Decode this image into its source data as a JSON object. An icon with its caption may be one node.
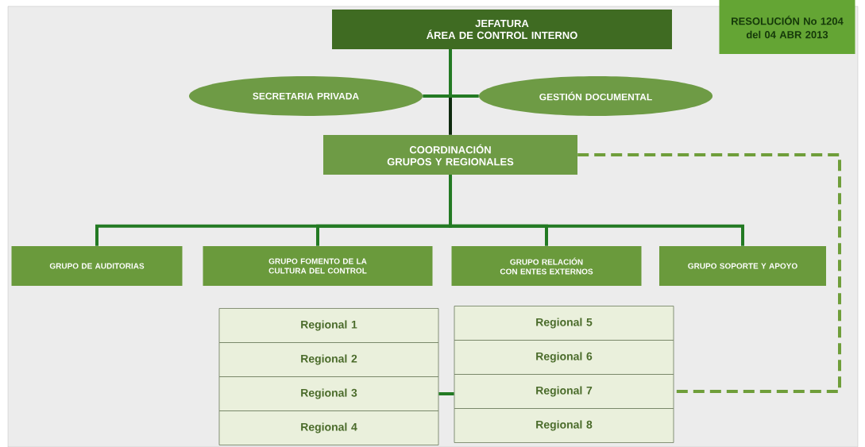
{
  "diagram": {
    "nodes": [
      {
        "text": [
          "JEFATURA",
          "ÁREA DE CONTROL INTERNO"
        ]
      },
      {
        "text": [
          "RESOLUCIÓN No 1204",
          "del  04 ABR 2013"
        ]
      },
      {
        "text": [
          "SECRETARIA PRIVADA"
        ]
      },
      {
        "text": [
          "GESTIÓN DOCUMENTAL"
        ]
      },
      {
        "text": [
          "COORDINACIÓN",
          "GRUPOS Y REGIONALES"
        ]
      },
      {
        "text": [
          "GRUPO  DE AUDITORIAS"
        ]
      },
      {
        "text": [
          "GRUPO FOMENTO DE LA CULTURA DEL CONTROL"
        ]
      },
      {
        "text": [
          "GRUPO RELACIÓN CON ENTES EXTERNOS"
        ]
      },
      {
        "text": [
          "GRUPO SOPORTE Y  APOYO"
        ]
      },
      {
        "text": [
          "Regional 1"
        ]
      },
      {
        "text": [
          "Regional 2"
        ]
      },
      {
        "text": [
          "Regional 3"
        ]
      },
      {
        "text": [
          "Regional 4"
        ]
      },
      {
        "text": [
          "Regional 5"
        ]
      },
      {
        "text": [
          "Regional 6"
        ]
      },
      {
        "text": [
          "Regional 7"
        ]
      },
      {
        "text": [
          "Regional 8"
        ]
      }
    ],
    "edges": [
      {
        "from": 0,
        "to": 4,
        "arrow": "none",
        "color": "#0f2a0f"
      },
      {
        "from": 0,
        "to": 2,
        "arrow": "none"
      },
      {
        "from": 0,
        "to": 3,
        "arrow": "none"
      },
      {
        "from": 4,
        "to": 5,
        "arrow": "none"
      },
      {
        "from": 4,
        "to": 6,
        "arrow": "none"
      },
      {
        "from": 4,
        "to": 7,
        "arrow": "none"
      },
      {
        "from": 4,
        "to": 8,
        "arrow": "none"
      },
      {
        "from": 11,
        "to": 15,
        "arrow": "none"
      },
      {
        "from": 4,
        "to": 15,
        "arrow": "none",
        "style": "dashed",
        "color": "#6f9e3a"
      }
    ]
  }
}
